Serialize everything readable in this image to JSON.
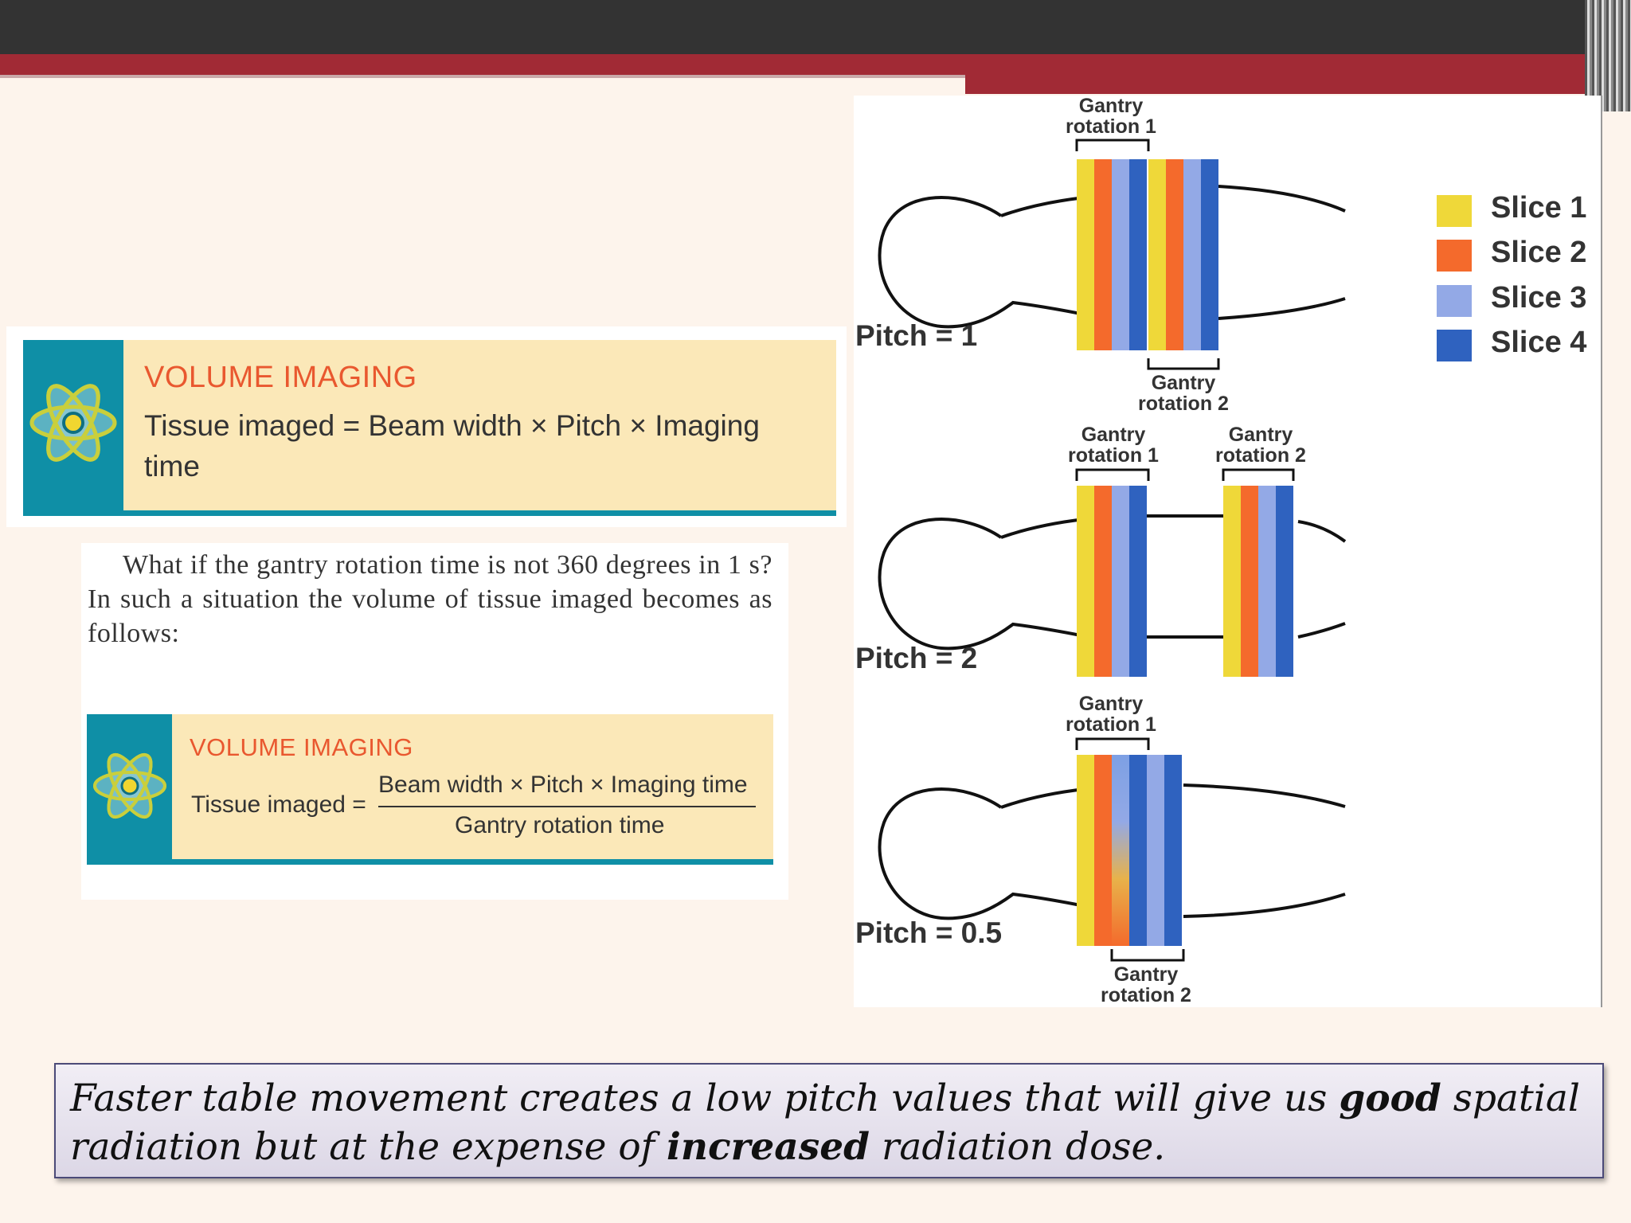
{
  "callout_top": {
    "title": "VOLUME IMAGING",
    "body": "Tissue imaged = Beam width × Pitch × Imaging time"
  },
  "paragraph": "What if the gantry rotation time is not 360 degrees in 1 s? In such a situation the volume of tissue imaged becomes as follows:",
  "callout_bottom": {
    "title": "VOLUME IMAGING",
    "lhs": "Tissue imaged =",
    "numerator": "Beam width × Pitch × Imaging time",
    "denominator": "Gantry rotation time"
  },
  "diagram": {
    "pitch_labels": [
      "Pitch = 1",
      "Pitch = 2",
      "Pitch = 0.5"
    ],
    "gantry_rotation_1": "Gantry rotation 1",
    "gantry_rotation_2": "Gantry rotation 2",
    "gantry_word": "Gantry",
    "rotation1_word": "rotation 1",
    "rotation2_word": "rotation 2",
    "legend": [
      {
        "label": "Slice 1",
        "color": "#efd839"
      },
      {
        "label": "Slice 2",
        "color": "#f46a2c"
      },
      {
        "label": "Slice 3",
        "color": "#93a9e6"
      },
      {
        "label": "Slice 4",
        "color": "#2f62bf"
      }
    ]
  },
  "footer": {
    "part1": "Faster table movement creates a low pitch values that will give us ",
    "bold1": "good",
    "part2": " spatial radiation but at the expense of ",
    "bold2": "increased",
    "part3": " radiation dose."
  },
  "icons": [
    "atom-icon"
  ]
}
